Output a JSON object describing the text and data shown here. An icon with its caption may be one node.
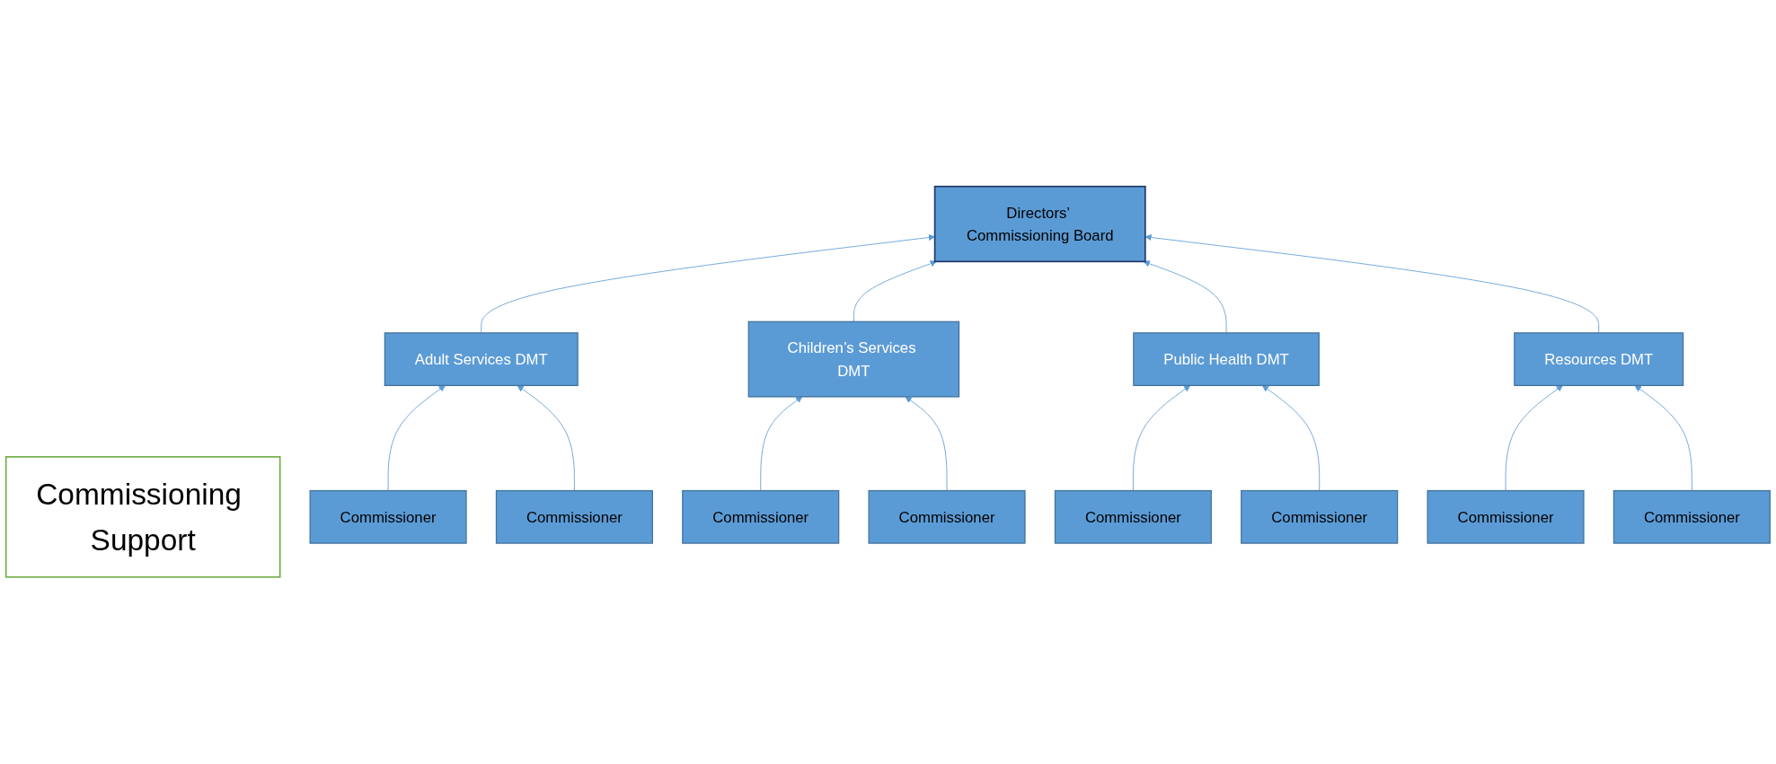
{
  "diagram": {
    "nodes": [
      {
        "text": [
          "Directors’ Commissioning Board"
        ]
      },
      {
        "text": [
          "Adult Services DMT"
        ]
      },
      {
        "text": [
          "Children’s Services DMT"
        ]
      },
      {
        "text": [
          "Public Health DMT"
        ]
      },
      {
        "text": [
          "Resources DMT"
        ]
      },
      {
        "text": [
          "Commissioning Support"
        ]
      },
      {
        "text": [
          "Commissioner"
        ]
      },
      {
        "text": [
          "Commissioner"
        ]
      },
      {
        "text": [
          "Commissioner"
        ]
      },
      {
        "text": [
          "Commissioner"
        ]
      },
      {
        "text": [
          "Commissioner"
        ]
      },
      {
        "text": [
          "Commissioner"
        ]
      },
      {
        "text": [
          "Commissioner"
        ]
      },
      {
        "text": [
          "Commissioner"
        ]
      }
    ],
    "edges": [
      {
        "from": 1,
        "to": 0,
        "arrow": "to"
      },
      {
        "from": 2,
        "to": 0,
        "arrow": "to"
      },
      {
        "from": 3,
        "to": 0,
        "arrow": "to"
      },
      {
        "from": 4,
        "to": 0,
        "arrow": "to"
      },
      {
        "from": 10,
        "to": 1,
        "arrow": "to"
      },
      {
        "from": 6,
        "to": 1,
        "arrow": "to"
      },
      {
        "from": 11,
        "to": 2,
        "arrow": "to"
      },
      {
        "from": 7,
        "to": 2,
        "arrow": "to"
      },
      {
        "from": 12,
        "to": 3,
        "arrow": "to"
      },
      {
        "from": 8,
        "to": 3,
        "arrow": "to"
      },
      {
        "from": 13,
        "to": 4,
        "arrow": "to"
      },
      {
        "from": 9,
        "to": 4,
        "arrow": "to"
      }
    ]
  }
}
